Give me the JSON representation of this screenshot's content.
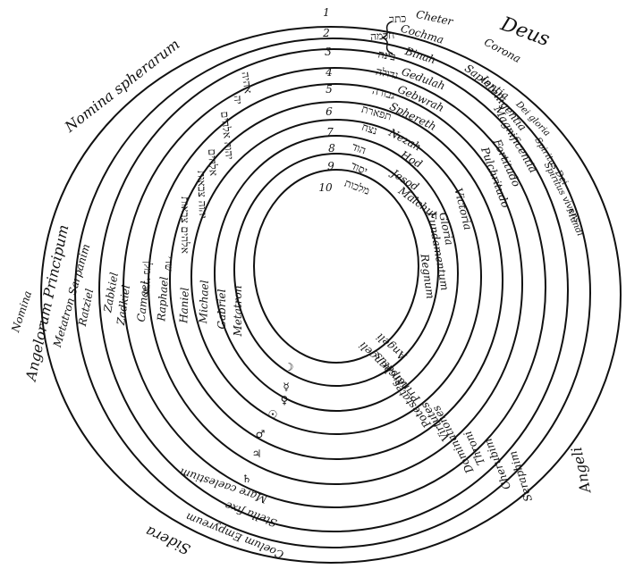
{
  "title": "Deus",
  "headers": {
    "nomina_spherarum": "Nomina spherarum",
    "nomina": "Nomina",
    "angelorum_principum": "Angelorum Principum",
    "angeli": "Angeli",
    "sidera": "Sidera"
  },
  "numbers": [
    "1",
    "2",
    "3",
    "4",
    "5",
    "6",
    "7",
    "8",
    "9",
    "10"
  ],
  "hebrew_sefirot": [
    "כתר",
    "חכמה",
    "בינה",
    "גדולה",
    "גבורה",
    "תפארת",
    "נצח",
    "הוד",
    "יסוד",
    "מלכות"
  ],
  "sefirot": [
    "Cheter",
    "Cochma",
    "Binah",
    "Gedulah",
    "Gebwrah",
    "Sphereth",
    "Nezah",
    "Hod",
    "Jesod",
    "Malchut"
  ],
  "latin_attributes": [
    "Corona",
    "Sapientia",
    "Intelligentia",
    "Magnificentia",
    "Fortitudo",
    "Pulchritudo",
    "Victoria",
    "Gloria",
    "Fundamentum",
    "Regnum"
  ],
  "hebrew_annotations": [
    "אהיה",
    "יה",
    "יהוה אלהים",
    "אלהים",
    "יהוה צבאות",
    "אלהים צבאות",
    "שדי",
    "אדני מלך"
  ],
  "vertical_latin": [
    "Dei gloria",
    "Spiritus Dei",
    "Spiritus vivens",
    "Mundi"
  ],
  "archangels": [
    "Metatron Sarpanim",
    "Ratziel",
    "Zabkiel",
    "Zadkiel",
    "Camael",
    "Raphael",
    "Haniel",
    "Michael",
    "Gabriel",
    "Metatron"
  ],
  "angel_orders": [
    "Seraphim",
    "Cherubim",
    "Throni",
    "Dominationes",
    "Virtutes",
    "Potestates",
    "Principatus",
    "Archangeli",
    "Angeli"
  ],
  "sidera_labels": [
    "Coelum Empyreum",
    "Stella fixe",
    "Mare caelestium"
  ],
  "planet_symbols": [
    "☽",
    "☿",
    "♀",
    "☉",
    "♂",
    "♃",
    "♄"
  ]
}
